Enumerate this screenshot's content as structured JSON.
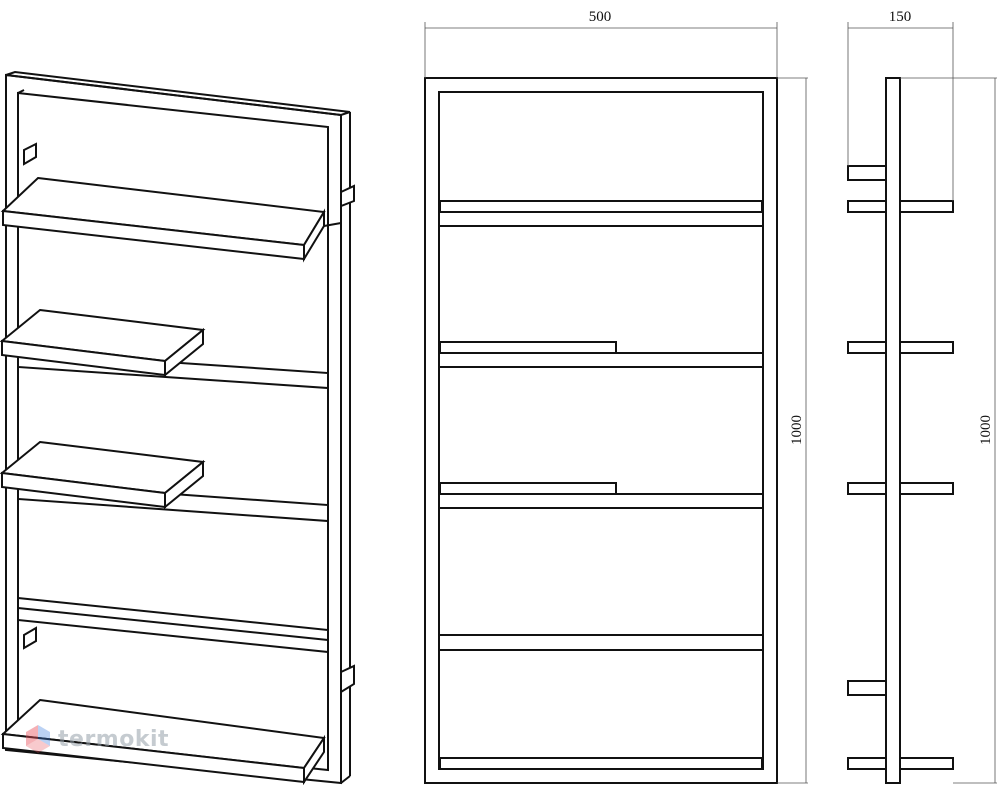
{
  "dimensions": {
    "front_width": "500",
    "front_height": "1000",
    "side_depth": "150",
    "side_height": "1000"
  },
  "watermark": {
    "text": "termokit",
    "colors": [
      "#e8505b",
      "#3d7de0"
    ]
  },
  "colors": {
    "line": "#111111",
    "background": "#ffffff"
  }
}
